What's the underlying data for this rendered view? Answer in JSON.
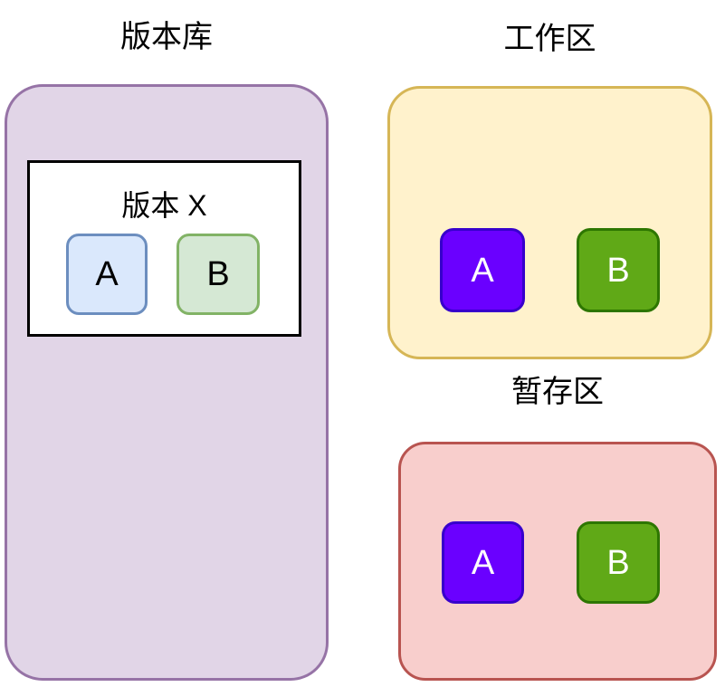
{
  "palette": {
    "background": "#ffffff",
    "text": "#000000",
    "file_label_text": "#ffffff",
    "repository_fill": "#e1d5e7",
    "repository_border": "#9673a6",
    "working_fill": "#fff2cc",
    "working_border": "#d6b656",
    "staging_fill": "#f8cecc",
    "staging_border": "#b85450",
    "version_box_fill": "#ffffff",
    "version_box_border": "#000000",
    "repo_file_a_fill": "#dae8fc",
    "repo_file_a_border": "#6c8ebf",
    "repo_file_b_fill": "#d5e8d4",
    "repo_file_b_border": "#82b366",
    "file_a_fill": "#6a00ff",
    "file_a_border": "#3700cc",
    "file_b_fill": "#60a917",
    "file_b_border": "#2d7600"
  },
  "repository": {
    "title": "版本库",
    "version_box": {
      "title": "版本 X",
      "files": [
        {
          "label": "A"
        },
        {
          "label": "B"
        }
      ]
    }
  },
  "working_area": {
    "title": "工作区",
    "files": [
      {
        "label": "A"
      },
      {
        "label": "B"
      }
    ]
  },
  "staging_area": {
    "title": "暂存区",
    "files": [
      {
        "label": "A"
      },
      {
        "label": "B"
      }
    ]
  }
}
